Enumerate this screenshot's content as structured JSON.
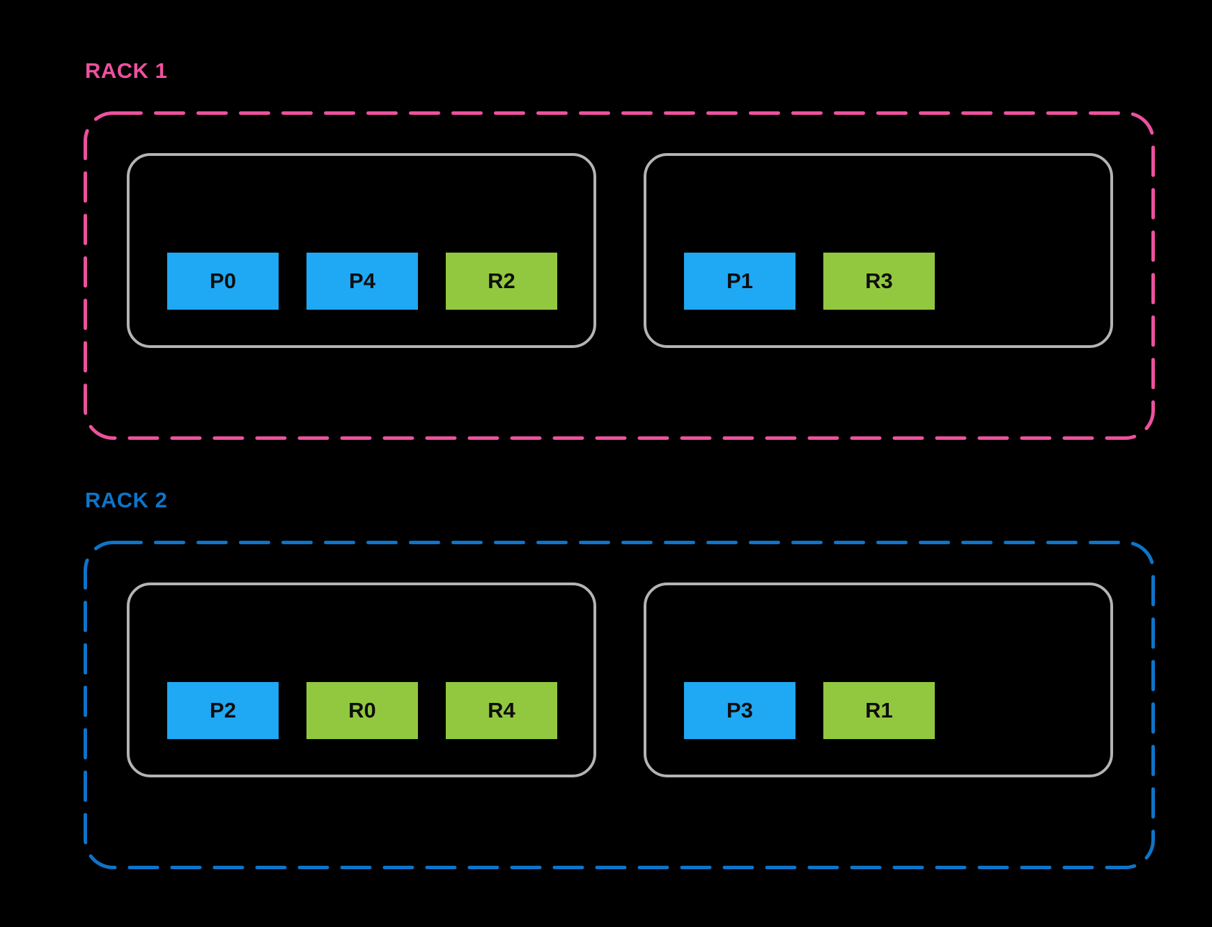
{
  "diagram": {
    "background": "#000000",
    "host_border_color": "#B4B4B4",
    "block_colors": {
      "primary": "#1FA8F4",
      "replica": "#92C83F"
    },
    "racks": [
      {
        "label": "RACK 1",
        "accent": "#EC519E",
        "hosts": [
          {
            "blocks": [
              {
                "label": "P0",
                "role": "primary"
              },
              {
                "label": "P4",
                "role": "primary"
              },
              {
                "label": "R2",
                "role": "replica"
              }
            ]
          },
          {
            "blocks": [
              {
                "label": "P1",
                "role": "primary"
              },
              {
                "label": "R3",
                "role": "replica"
              }
            ]
          }
        ]
      },
      {
        "label": "RACK 2",
        "accent": "#0E74C9",
        "hosts": [
          {
            "blocks": [
              {
                "label": "P2",
                "role": "primary"
              },
              {
                "label": "R0",
                "role": "replica"
              },
              {
                "label": "R4",
                "role": "replica"
              }
            ]
          },
          {
            "blocks": [
              {
                "label": "P3",
                "role": "primary"
              },
              {
                "label": "R1",
                "role": "replica"
              }
            ]
          }
        ]
      }
    ]
  }
}
